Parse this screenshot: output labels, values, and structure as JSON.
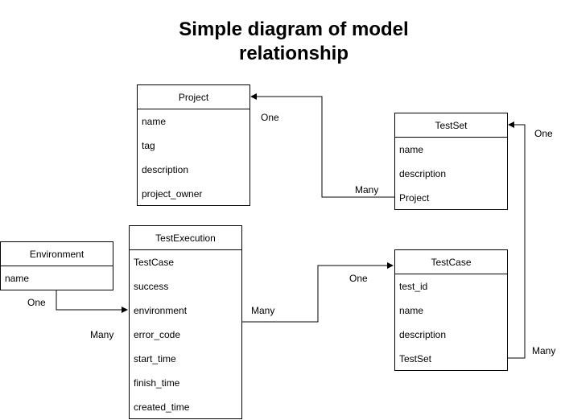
{
  "title_line1": "Simple diagram of model",
  "title_line2": "relationship",
  "entities": {
    "project": {
      "name": "Project",
      "fields": [
        "name",
        "tag",
        "description",
        "project_owner"
      ]
    },
    "testset": {
      "name": "TestSet",
      "fields": [
        "name",
        "description",
        "Project"
      ]
    },
    "environment": {
      "name": "Environment",
      "fields": [
        "name"
      ]
    },
    "testexecution": {
      "name": "TestExecution",
      "fields": [
        "TestCase",
        "success",
        "environment",
        "error_code",
        "start_time",
        "finish_time",
        "created_time"
      ]
    },
    "testcase": {
      "name": "TestCase",
      "fields": [
        "test_id",
        "name",
        "description",
        "TestSet"
      ]
    }
  },
  "relationships": [
    {
      "from": "TestSet.Project",
      "to": "Project",
      "from_label": "Many",
      "to_label": "One"
    },
    {
      "from": "TestCase.TestSet",
      "to": "TestSet",
      "from_label": "Many",
      "to_label": "One"
    },
    {
      "from": "TestExecution.TestCase",
      "to": "TestCase",
      "from_label": "Many",
      "to_label": "One"
    },
    {
      "from": "Environment",
      "to": "TestExecution.environment",
      "from_label": "One",
      "to_label": "Many"
    }
  ],
  "colors": {
    "line": "#000000",
    "background": "#ffffff"
  }
}
